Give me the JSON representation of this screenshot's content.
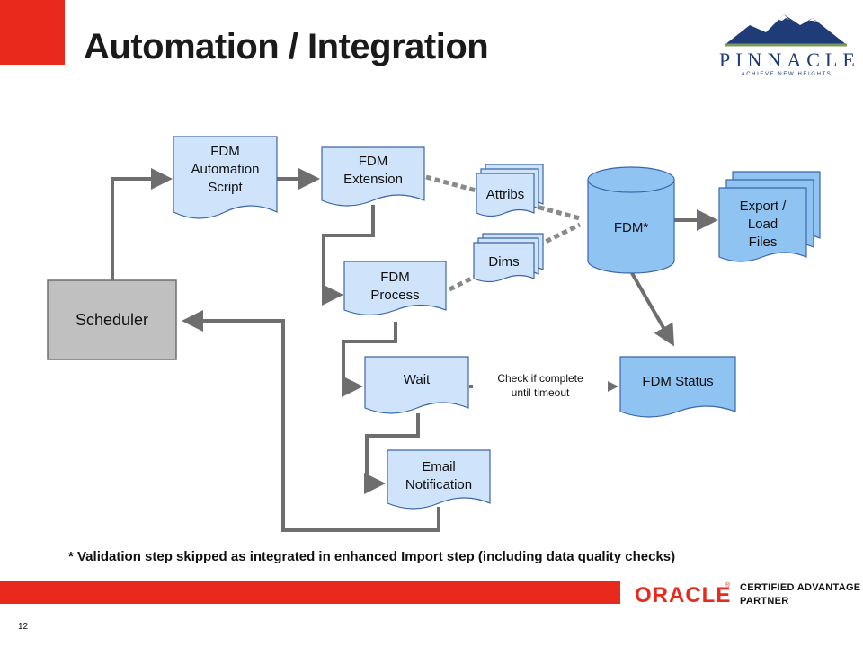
{
  "slide": {
    "title": "Automation / Integration",
    "page_number": "12",
    "footnote": "* Validation step skipped as integrated in enhanced Import step (including data quality checks)"
  },
  "logo": {
    "name": "PINNACLE",
    "tagline": "ACHIEVE NEW HEIGHTS"
  },
  "partner": {
    "brand": "ORACLE",
    "line1": "CERTIFIED ADVANTAGE",
    "line2": "PARTNER"
  },
  "colors": {
    "accent_red": "#e8291c",
    "box_fill": "#cfe3fb",
    "box_stroke": "#3b66a8",
    "status_fill": "#8fc3f2",
    "scheduler_fill": "#c0c0c0",
    "connector": "#6e6e6e"
  },
  "diagram": {
    "scheduler": "Scheduler",
    "automation_script": "FDM\nAutomation\nScript",
    "extension": "FDM\nExtension",
    "process": "FDM\nProcess",
    "wait": "Wait",
    "email": "Email\nNotification",
    "attribs": "Attribs",
    "dims": "Dims",
    "fdm_db": "FDM*",
    "export_files": "Export /\nLoad\nFiles",
    "status": "FDM Status",
    "check_label": "Check if complete\nuntil timeout"
  }
}
